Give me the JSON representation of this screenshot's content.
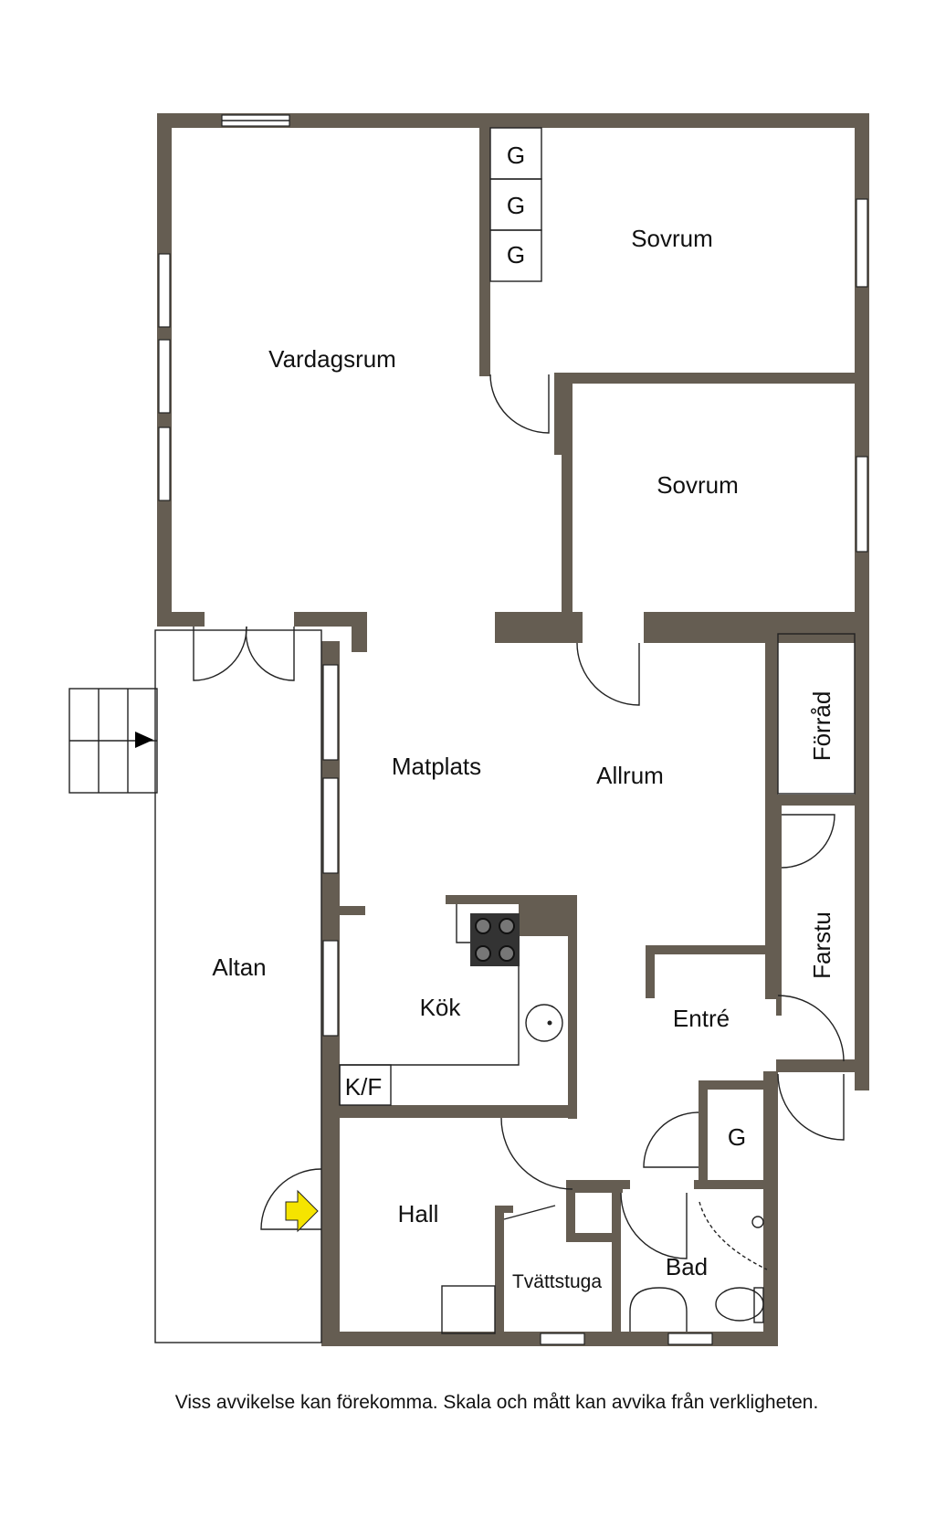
{
  "rooms": {
    "vardagsrum": "Vardagsrum",
    "sovrum_1": "Sovrum",
    "sovrum_2": "Sovrum",
    "matplats": "Matplats",
    "allrum": "Allrum",
    "altan": "Altan",
    "kok": "Kök",
    "kf": "K/F",
    "entre": "Entré",
    "forrad": "Förråd",
    "farstu": "Farstu",
    "hall": "Hall",
    "tvattstuga": "Tvättstuga",
    "bad": "Bad",
    "g_closet": "G",
    "wardrobe_1": "G",
    "wardrobe_2": "G",
    "wardrobe_3": "G"
  },
  "disclaimer": "Viss avvikelse kan förekomma. Skala och mått kan avvika från verkligheten.",
  "colors": {
    "wall": "#655d52",
    "entrance_arrow": "#f5e400"
  }
}
